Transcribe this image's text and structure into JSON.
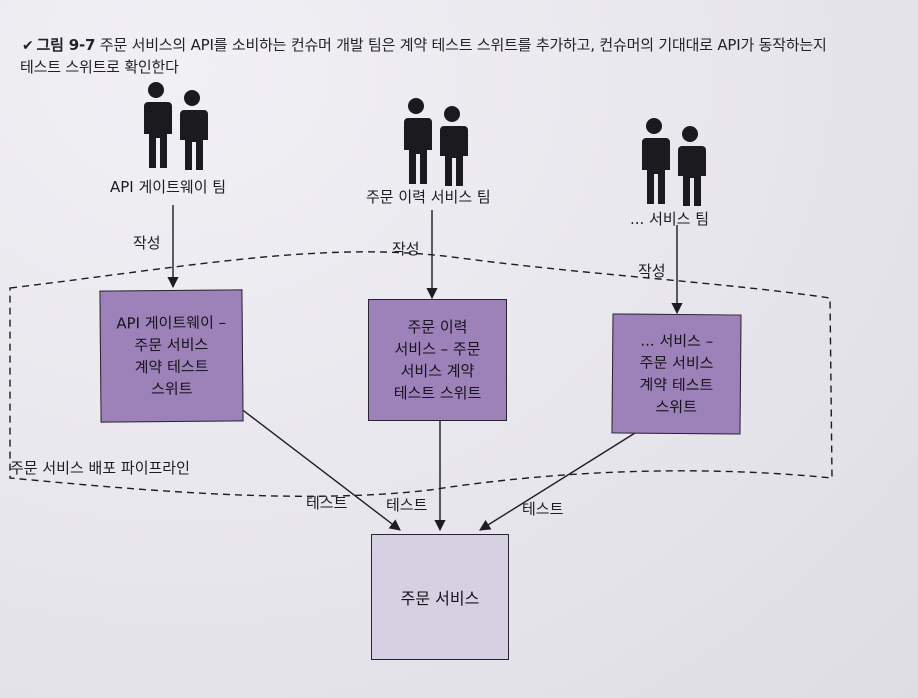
{
  "caption": {
    "figure_number": "그림 9-7",
    "line1": "주문 서비스의 API를 소비하는 컨슈머 개발 팀은 계약 테스트 스위트를 추가하고, 컨슈머의 기대대로 API가 동작하는지",
    "line2": "테스트 스위트로 확인한다"
  },
  "teams": [
    {
      "label": "API 게이트웨이 팀"
    },
    {
      "label": "주문 이력 서비스 팀"
    },
    {
      "label": "... 서비스 팀"
    }
  ],
  "write_label": "작성",
  "suites": [
    {
      "label": "API 게이트웨이 –\n주문 서비스\n계약 테스트\n스위트"
    },
    {
      "label": "주문 이력\n서비스 – 주문\n서비스 계약\n테스트 스위트"
    },
    {
      "label": "... 서비스 –\n주문 서비스\n계약 테스트\n스위트"
    }
  ],
  "pipeline_label": "주문 서비스 배포 파이프라인",
  "test_label": "테스트",
  "target": {
    "label": "주문 서비스"
  },
  "colors": {
    "suite_fill": "#9c82b8",
    "target_fill": "#d6d0e3",
    "outline": "#2a2430"
  },
  "icons": {
    "team": "people-pair-icon",
    "caption_mark": "check-mark-icon"
  }
}
